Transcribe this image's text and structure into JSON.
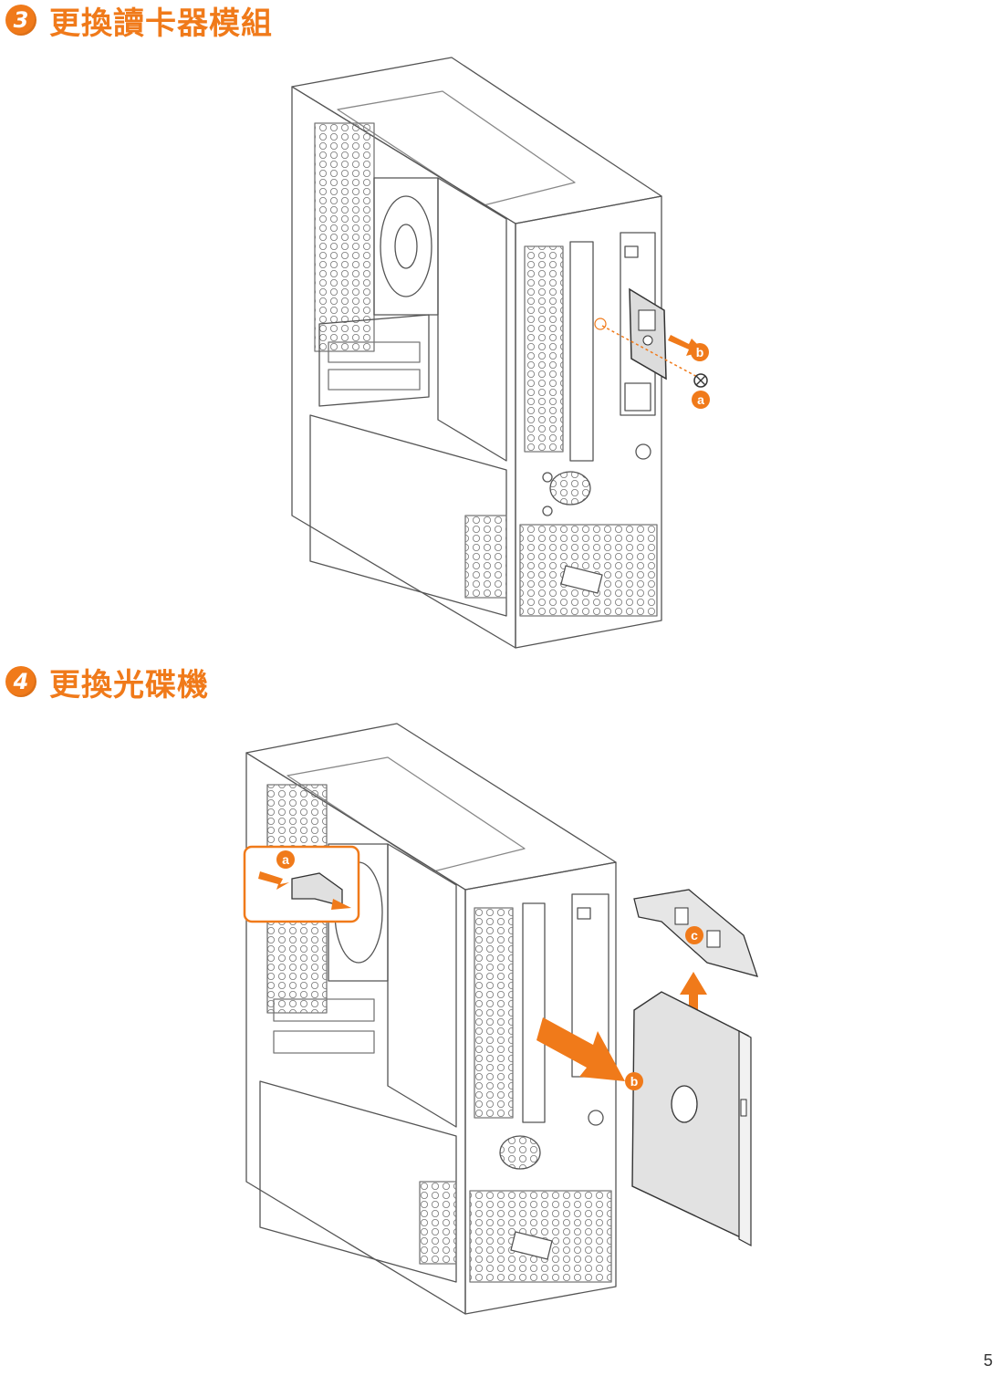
{
  "sections": [
    {
      "step": "3",
      "title": "更換讀卡器模組",
      "callouts": [
        "b",
        "a"
      ]
    },
    {
      "step": "4",
      "title": "更換光碟機",
      "callouts": [
        "a",
        "c",
        "b"
      ]
    }
  ],
  "page_number": "5",
  "colors": {
    "accent": "#f07a1a",
    "line": "#555555",
    "part_fill": "#e6e6e6"
  }
}
